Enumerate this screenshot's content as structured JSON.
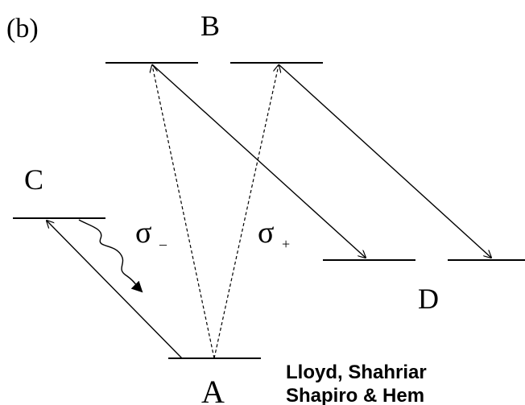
{
  "panel_label": "(b)",
  "levels": {
    "A": "A",
    "B": "B",
    "C": "C",
    "D": "D"
  },
  "transitions": {
    "sigma_minus": {
      "symbol": "σ",
      "sub": "–"
    },
    "sigma_plus": {
      "symbol": "σ",
      "sub": "+"
    }
  },
  "citation": {
    "line1": "Lloyd, Shahriar",
    "line2": "Shapiro & Hem"
  }
}
